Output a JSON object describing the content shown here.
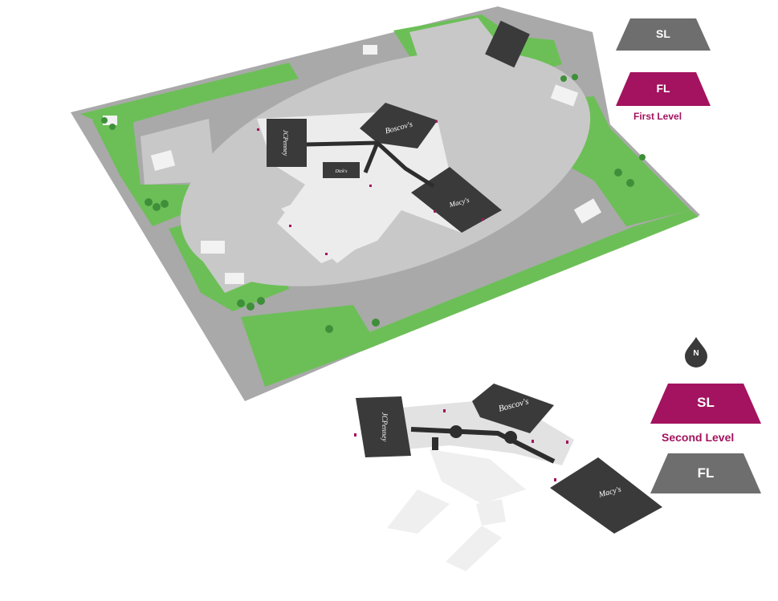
{
  "colors": {
    "accent": "#a3135f",
    "button_gray": "#6e6e6e",
    "grass": "#6cbf57",
    "parking": "#c8c8c8",
    "ground": "#a9a9a9",
    "anchor": "#3a3a3a"
  },
  "first_level_map": {
    "anchors": {
      "jcpenney": "JCPenney",
      "boscovs": "Boscov's",
      "macys": "Macy's",
      "center": "Dick's"
    }
  },
  "second_level_map": {
    "anchors": {
      "jcpenney": "JCPenney",
      "boscovs": "Boscov's",
      "macys": "Macy's"
    }
  },
  "top_switcher": {
    "sl_label": "SL",
    "fl_label": "FL",
    "active": "FL",
    "caption": "First Level"
  },
  "bottom_switcher": {
    "sl_label": "SL",
    "fl_label": "FL",
    "active": "SL",
    "caption": "Second Level"
  },
  "compass": {
    "label": "N",
    "icon": "north-arrow-icon"
  }
}
